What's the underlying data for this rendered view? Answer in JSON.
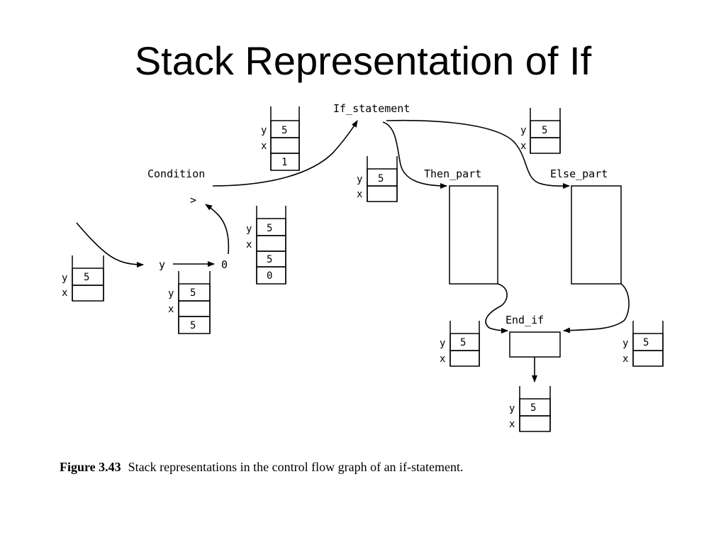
{
  "slide": {
    "title": "Stack Representation of If"
  },
  "diagram": {
    "nodes": {
      "if_statement": "If_statement",
      "condition": "Condition",
      "then_part": "Then_part",
      "else_part": "Else_part",
      "end_if": "End_if",
      "gt": ">",
      "y": "y",
      "zero": "0"
    },
    "stack_labels": {
      "y": "y",
      "x": "x"
    },
    "stacks": {
      "top_if": [
        "5",
        "",
        "1"
      ],
      "top_right": [
        "5",
        ""
      ],
      "then_entry": [
        "5",
        ""
      ],
      "condition": [
        "5",
        "",
        "5",
        "0"
      ],
      "left_entry": [
        "5",
        ""
      ],
      "y_push": [
        "5",
        "",
        "5"
      ],
      "then_exit": [
        "5",
        ""
      ],
      "else_exit": [
        "5",
        ""
      ],
      "end_exit": [
        "5",
        ""
      ]
    }
  },
  "caption": {
    "figure_number": "Figure 3.43",
    "text": "Stack representations in the control flow graph of an if-statement."
  }
}
